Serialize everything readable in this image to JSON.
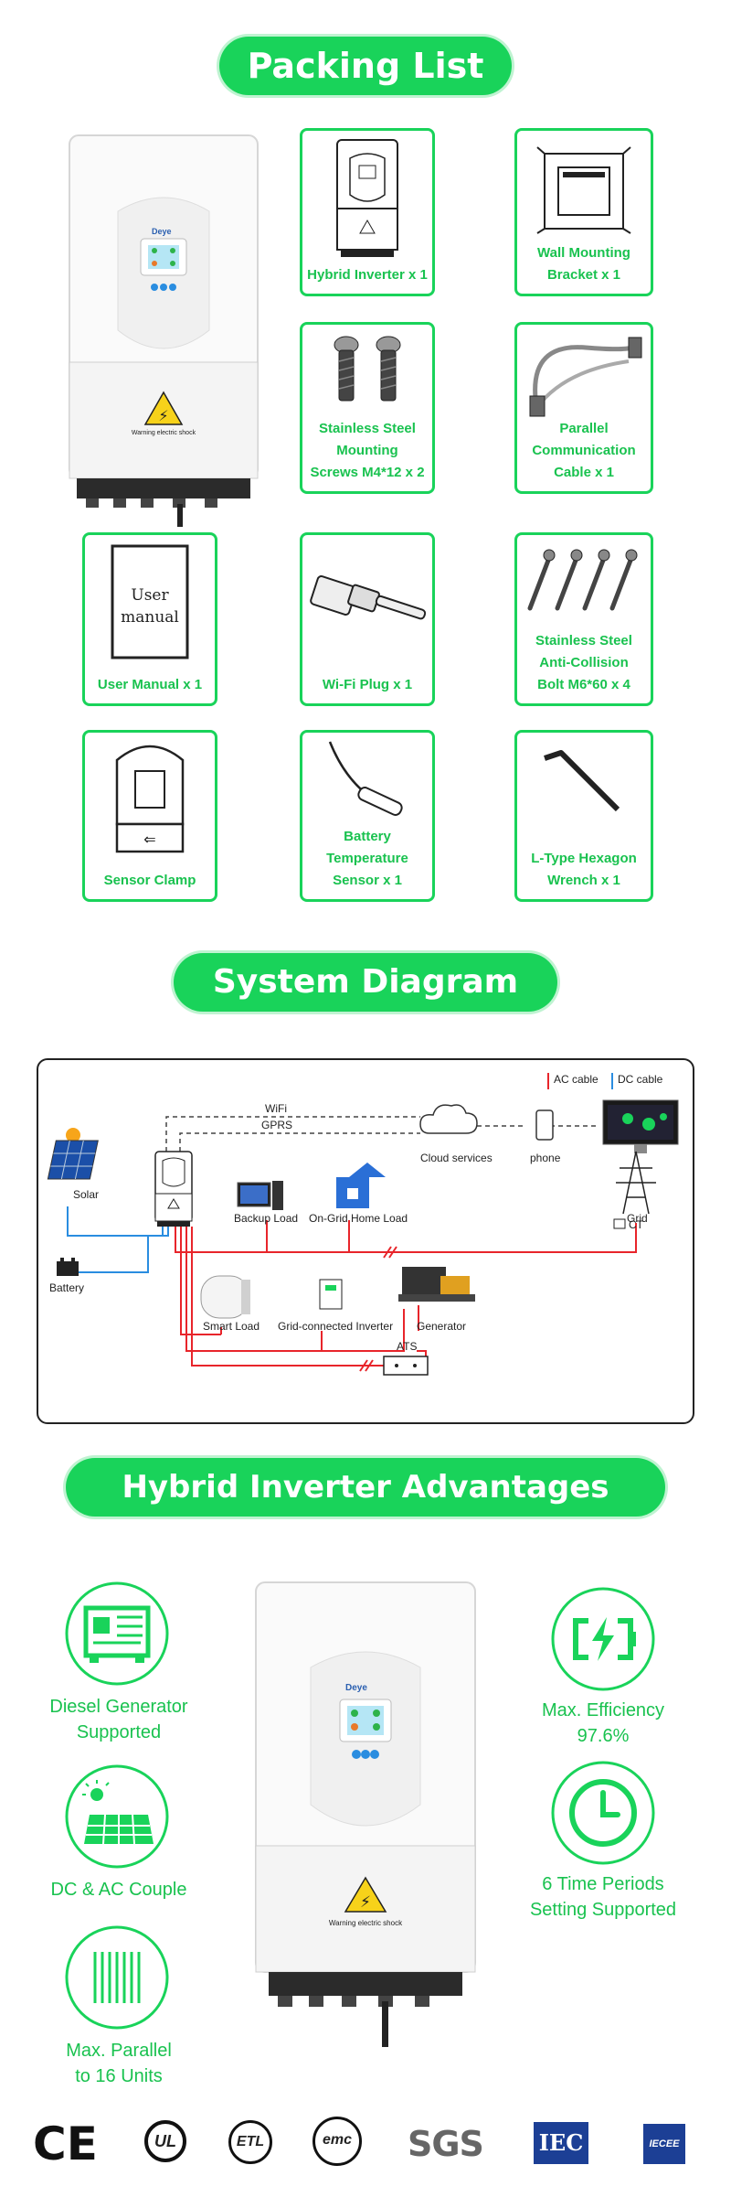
{
  "packing": {
    "title": "Packing List",
    "items": [
      {
        "label": "Hybrid Inverter x 1"
      },
      {
        "label": "Wall Mounting\nBracket x 1"
      },
      {
        "label": "Stainless Steel\nMounting\nScrews M4*12 x 2"
      },
      {
        "label": "Parallel\nCommunication\nCable x 1"
      },
      {
        "label": "User Manual x 1"
      },
      {
        "label": "Wi-Fi Plug x 1"
      },
      {
        "label": "Stainless Steel\nAnti-Collision\nBolt M6*60 x 4"
      },
      {
        "label": "Sensor Clamp"
      },
      {
        "label": "Battery\nTemperature\nSensor x 1"
      },
      {
        "label": "L-Type Hexagon\nWrench x 1"
      }
    ],
    "manual_text": "User\nmanual",
    "inverter_brand": "Deye",
    "warning_text": "Warning electric shock"
  },
  "system": {
    "title": "System Diagram",
    "legend_ac": "AC cable",
    "legend_dc": "DC cable",
    "wifi": "WiFi",
    "gprs": "GPRS",
    "cloud": "Cloud services",
    "phone": "phone",
    "solar": "Solar",
    "battery": "Battery",
    "backup_load": "Backup Load",
    "ongrid_home": "On-Grid Home Load",
    "grid": "Grid",
    "ct": "CT",
    "smart_load": "Smart Load",
    "grid_inverter": "Grid-connected Inverter",
    "generator": "Generator",
    "ats": "ATS",
    "ac_color": "#e8252b",
    "dc_color": "#2a8de0"
  },
  "advantages": {
    "title": "Hybrid Inverter Advantages",
    "items": [
      {
        "label": "Diesel Generator\nSupported",
        "icon": "generator-icon"
      },
      {
        "label": "DC & AC Couple",
        "icon": "solar-panel-icon"
      },
      {
        "label": "Max. Parallel\nto 16 Units",
        "icon": "parallel-icon"
      },
      {
        "label": "Max. Efficiency\n97.6%",
        "icon": "battery-charge-icon"
      },
      {
        "label": "6 Time Periods\nSetting Supported",
        "icon": "clock-icon"
      }
    ],
    "inverter_brand": "Deye",
    "warning_text": "Warning electric shock"
  },
  "certifications": [
    "CE",
    "UL",
    "ETL",
    "emc",
    "SGS",
    "IEC",
    "IECEE"
  ],
  "colors": {
    "accent": "#19d35a",
    "accent_text": "#19c24f"
  }
}
